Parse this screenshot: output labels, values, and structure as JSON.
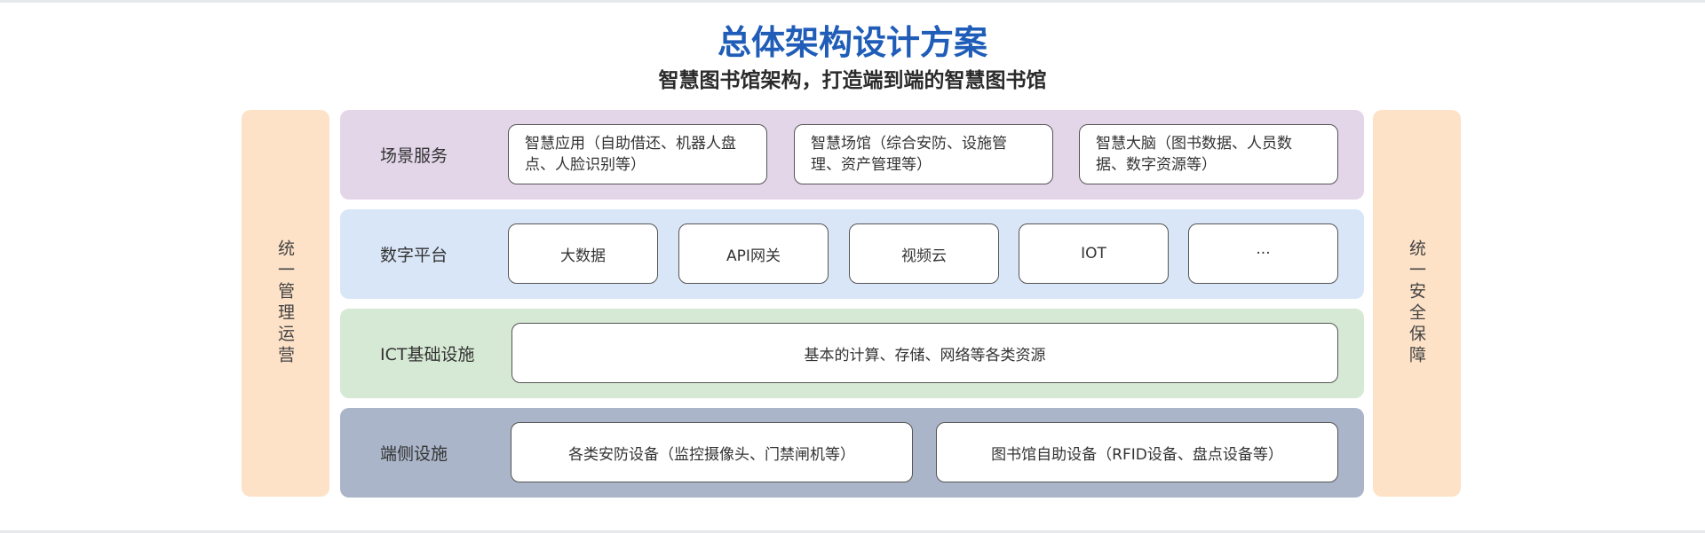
{
  "title": "总体架构设计方案",
  "subtitle": "智慧图书馆架构，打造端到端的智慧图书馆",
  "side_left": "统一管理运营",
  "side_right": "统一安全保障",
  "layers": [
    {
      "label": "场景服务",
      "boxes": [
        "智慧应用（自助借还、机器人盘点、人脸识别等）",
        "智慧场馆（综合安防、设施管理、资产管理等）",
        "智慧大脑（图书数据、人员数据、数字资源等）"
      ]
    },
    {
      "label": "数字平台",
      "boxes": [
        "大数据",
        "API网关",
        "视频云",
        "IOT",
        "···"
      ]
    },
    {
      "label": "ICT基础设施",
      "boxes": [
        "基本的计算、存储、网络等各类资源"
      ]
    },
    {
      "label": "端侧设施",
      "boxes": [
        "各类安防设备（监控摄像头、门禁闸机等）",
        "图书馆自助设备（RFID设备、盘点设备等）"
      ]
    }
  ]
}
